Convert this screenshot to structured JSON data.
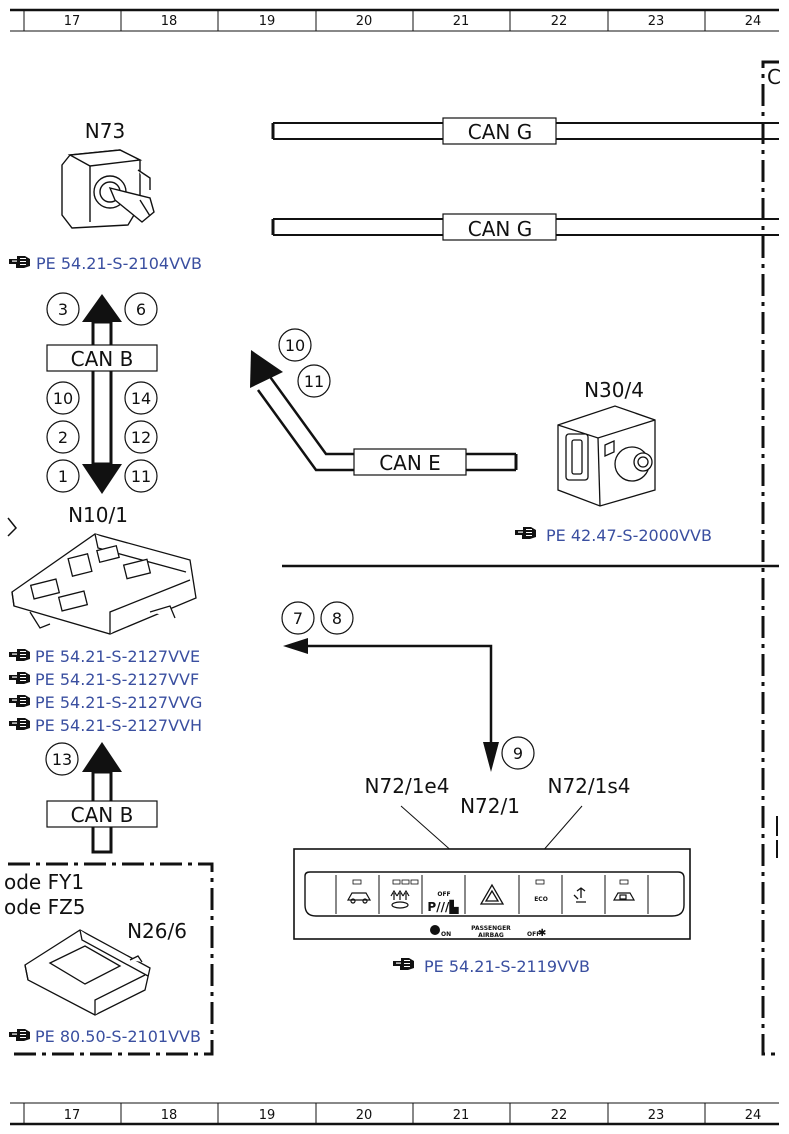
{
  "grid": {
    "columns": [
      "17",
      "18",
      "19",
      "20",
      "21",
      "22",
      "23",
      "24"
    ]
  },
  "components": {
    "n73": {
      "label": "N73",
      "ref": "PE 54.21-S-2104VVB"
    },
    "n10_1": {
      "label": "N10/1",
      "refs": [
        "PE 54.21-S-2127VVE",
        "PE 54.21-S-2127VVF",
        "PE 54.21-S-2127VVG",
        "PE 54.21-S-2127VVH"
      ]
    },
    "n30_4": {
      "label": "N30/4",
      "ref": "PE 42.47-S-2000VVB"
    },
    "n26_6": {
      "label": "N26/6",
      "codes": [
        "ode FY1",
        "ode FZ5"
      ],
      "ref": "PE 80.50-S-2101VVB"
    },
    "n72_1": {
      "label": "N72/1",
      "sub_left": "N72/1e4",
      "sub_right": "N72/1s4",
      "ref": "PE 54.21-S-2119VVB",
      "panel_text": {
        "off1": "OFF",
        "eco": "ECO",
        "on": "ON",
        "airbag": "PASSENGER\nAIRBAG",
        "off2": "OFF"
      }
    }
  },
  "buses": {
    "can_g_1": "CAN G",
    "can_g_2": "CAN G",
    "can_b_1": "CAN B",
    "can_e": "CAN E",
    "can_b_2": "CAN B"
  },
  "signals": {
    "s3": "3",
    "s6": "6",
    "s10a": "10",
    "s14": "14",
    "s2": "2",
    "s12": "12",
    "s1": "1",
    "s11a": "11",
    "s10b": "10",
    "s11b": "11",
    "s7": "7",
    "s8": "8",
    "s9": "9",
    "s13": "13"
  },
  "edge_glyph": "C"
}
